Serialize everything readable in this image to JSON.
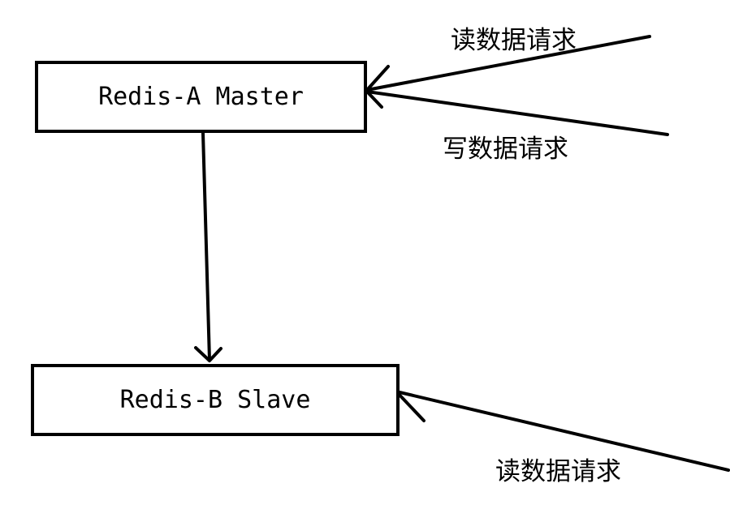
{
  "nodes": {
    "master": {
      "label": "Redis-A Master"
    },
    "slave": {
      "label": "Redis-B Slave"
    }
  },
  "edges": {
    "read_to_master": {
      "label": "读数据请求"
    },
    "write_to_master": {
      "label": "写数据请求"
    },
    "read_to_slave": {
      "label": "读数据请求"
    },
    "replication": {
      "label": ""
    }
  },
  "colors": {
    "stroke": "#000000",
    "background": "#ffffff"
  }
}
